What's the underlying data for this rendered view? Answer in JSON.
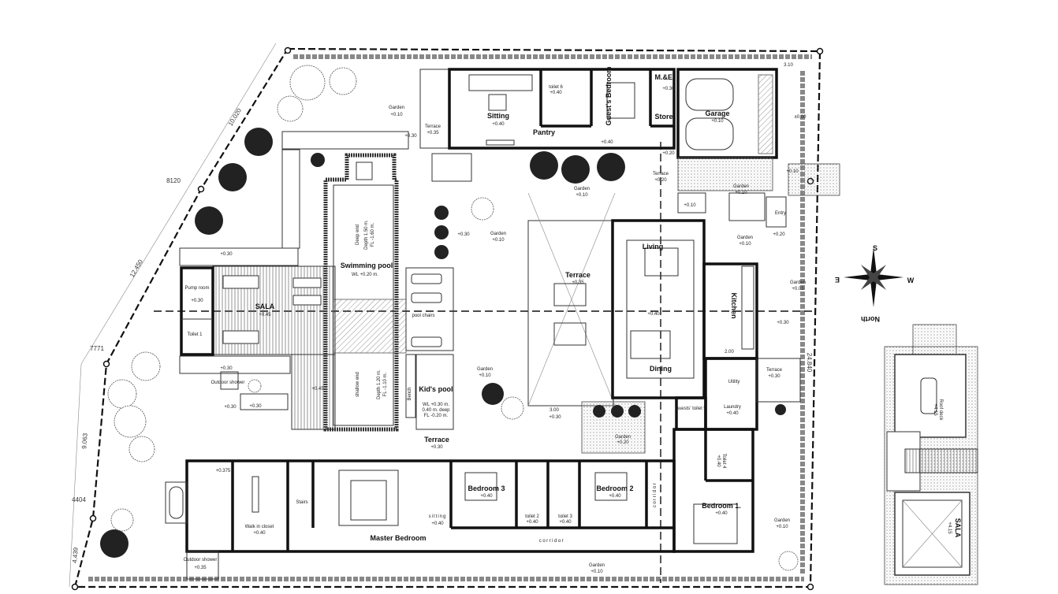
{
  "plan": {
    "rooms": {
      "garden_nw": {
        "name": "Garden",
        "level": "+0.10"
      },
      "terrace_top": {
        "name": "Terrace",
        "level": "+0.35"
      },
      "sitting": {
        "name": "Sitting",
        "level": "+0.40"
      },
      "pantry": {
        "name": "Pantry"
      },
      "guest_bedroom": {
        "name": "Guest's Bedroom"
      },
      "toilet6": {
        "name": "toilet 6",
        "level": "+0.40"
      },
      "me": {
        "name": "M.&E.",
        "level": "+0.30"
      },
      "store": {
        "name": "Store"
      },
      "garage": {
        "name": "Garage",
        "level": "+0.10"
      },
      "terrace_entry": {
        "name": "Terrace",
        "level": "+0.20"
      },
      "garden_mid_top": {
        "name": "Garden",
        "level": "+0.10"
      },
      "garden_ne": {
        "name": "Garden",
        "level": "+0.10"
      },
      "entry": {
        "name": "Entry"
      },
      "garden_center": {
        "name": "Garden",
        "level": "+0.10"
      },
      "garden_east": {
        "name": "Garden",
        "level": "+0.10"
      },
      "garden_east2": {
        "name": "Garden",
        "level": "+0.03"
      },
      "swimming_pool": {
        "name": "Swimming pool",
        "level": "WL +0.20 m."
      },
      "deep_end": {
        "name": "Deep end",
        "depth": "Depth 1.50 m.",
        "floor": "FL -1.60 m."
      },
      "shallow_end": {
        "name": "shallow end",
        "depth": "Depth 1.20 m.",
        "floor": "FL -1.10 m."
      },
      "living": {
        "name": "Living"
      },
      "terrace_main": {
        "name": "Terrace",
        "level": "+0.35"
      },
      "pump_room": {
        "name": "Pump room",
        "level": "+0.30"
      },
      "sala": {
        "name": "SALA",
        "level": "+0.45"
      },
      "pool_chairs": {
        "name": "pool chairs"
      },
      "kitchen": {
        "name": "Kitchen"
      },
      "living_dining_level": {
        "level": "+0.40"
      },
      "dining": {
        "name": "Dining"
      },
      "toilet1": {
        "name": "Toilet 1"
      },
      "terrace_east": {
        "name": "Terrace",
        "level": "+0.30"
      },
      "utility": {
        "name": "Utility"
      },
      "laundry": {
        "name": "Laundry",
        "level": "+0.40"
      },
      "guests_toilet": {
        "name": "Guests' toilet 5"
      },
      "outdoor_shower": {
        "name": "Outdoor shower"
      },
      "deck_level": {
        "level": "+0.45"
      },
      "kids_pool": {
        "name": "Kid's pool",
        "wl": "WL +0.30 m.",
        "deep": "0.40 m. deep",
        "floor": "FL -0.20 m."
      },
      "bench": {
        "name": "Bench"
      },
      "garden_pool": {
        "name": "Garden",
        "level": "+0.10"
      },
      "garden_court": {
        "name": "Garden",
        "level": "+0.20"
      },
      "terrace_south": {
        "name": "Terrace",
        "level": "+0.30"
      },
      "bedroom3": {
        "name": "Bedroom 3",
        "level": "+0.40"
      },
      "bedroom2": {
        "name": "Bedroom 2",
        "level": "+0.40"
      },
      "bedroom1": {
        "name": "Bedroom 1.",
        "level": "+0.40"
      },
      "toilet2": {
        "name": "toilet 2",
        "level": "+0.40"
      },
      "toilet3": {
        "name": "toilet 3",
        "level": "+0.40"
      },
      "toilet4": {
        "name": "Toilet 4",
        "level": "+0.40"
      },
      "corridor": {
        "name": "corridor"
      },
      "corridor_v": {
        "name": "corridor"
      },
      "master_bedroom": {
        "name": "Master Bedroom"
      },
      "master_sitting": {
        "name": "sitting",
        "level": "+0.40"
      },
      "walk_in_closet": {
        "name": "Walk in closet",
        "level": "+0.40"
      },
      "stairs": {
        "name": "Stairs"
      },
      "master_bath_level": {
        "level": "+0.375"
      },
      "outdoor_shower2": {
        "name": "Outdoor shower",
        "level": "+0.35"
      },
      "garden_south": {
        "name": "Garden",
        "level": "+0.10"
      },
      "garden_se": {
        "name": "Garden",
        "level": "+0.10"
      },
      "roof_deck": {
        "name": "Roof deck",
        "level": "+4.15"
      },
      "roof_sala": {
        "name": "SALA",
        "level": "+4.15"
      }
    },
    "levels": [
      "+0.30",
      "+0.30",
      "+0.40",
      "+0.20",
      "+0.10",
      "+0.10",
      "+0.30",
      "+0.30",
      "+0.30",
      "+0.30",
      "+0.30",
      "+0.30",
      "±0.00",
      "+0.20"
    ],
    "dimensions": {
      "west_1": "10.020",
      "west_1_mark": "8120",
      "west_2": "12.450",
      "west_2_mark": "7771",
      "west_3": "9.063",
      "west_3_mark": "4404",
      "west_4": "4.439",
      "east": "24.840",
      "pool_court": "3.00",
      "kitchen_w": "2.00",
      "garage_w": "3.10"
    },
    "compass": {
      "south": "S",
      "east": "E",
      "west": "W",
      "north": "North"
    }
  }
}
